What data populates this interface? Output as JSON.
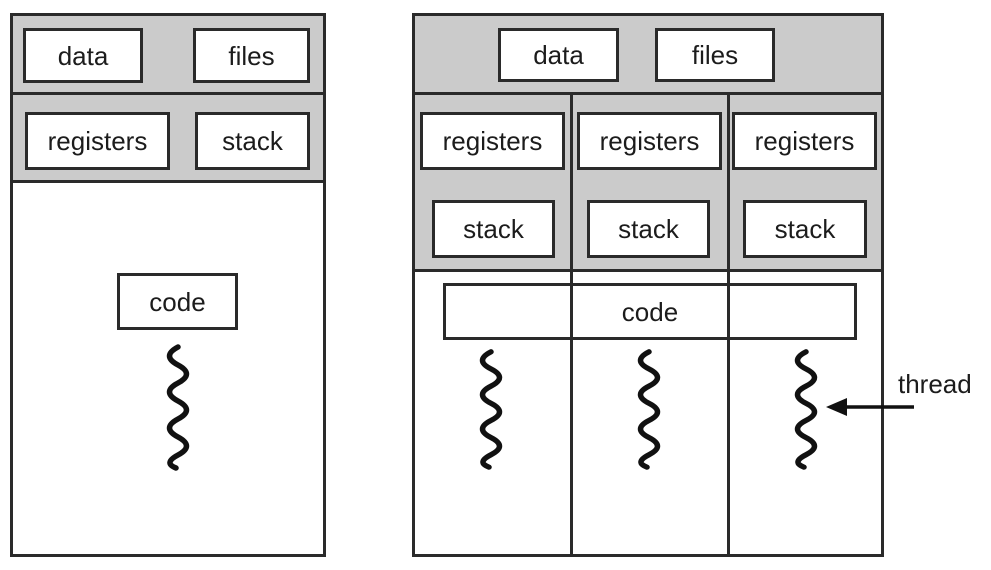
{
  "single_process": {
    "data_label": "data",
    "files_label": "files",
    "registers_label": "registers",
    "stack_label": "stack",
    "code_label": "code"
  },
  "multi_process": {
    "data_label": "data",
    "files_label": "files",
    "threads": [
      {
        "registers_label": "registers",
        "stack_label": "stack"
      },
      {
        "registers_label": "registers",
        "stack_label": "stack"
      },
      {
        "registers_label": "registers",
        "stack_label": "stack"
      }
    ],
    "code_label": "code",
    "thread_annotation": "thread"
  },
  "colors": {
    "shared_band_gray": "#cbcbcb",
    "line_color": "#2a2a2a",
    "box_fill": "#ffffff",
    "background": "#ffffff"
  }
}
